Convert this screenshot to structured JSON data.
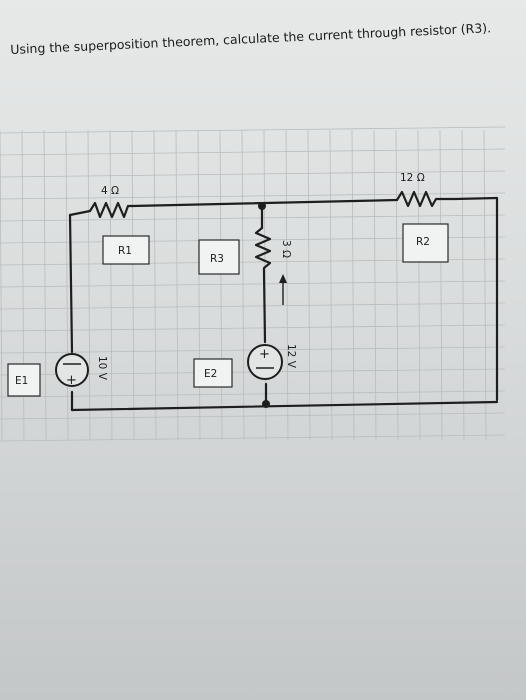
{
  "question": "Using the superposition theorem, calculate the current through resistor (R3).",
  "circuit": {
    "r1": {
      "label": "R1",
      "value": "4 Ω"
    },
    "r2": {
      "label": "R2",
      "value": "12 Ω"
    },
    "r3": {
      "label": "R3",
      "value": "3 Ω"
    },
    "e1": {
      "label": "E1",
      "value": "10 V",
      "plus": "+"
    },
    "e2": {
      "label": "E2",
      "value": "12 V",
      "plus": "+"
    }
  },
  "colors": {
    "ink": "#1e1e1e",
    "grid": "#b9bcbd",
    "paper": "#e7e9e9"
  }
}
